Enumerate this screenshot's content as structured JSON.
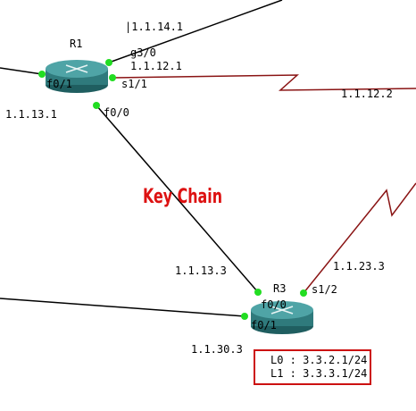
{
  "title": "Key Chain",
  "colors": {
    "title": "#dd1111",
    "serial_link": "#8a1414",
    "ethernet_link": "#000000",
    "port_dot": "#22dd22",
    "router": "#3e8f91",
    "box_border": "#cc1111"
  },
  "routers": {
    "r1": {
      "name": "R1",
      "icon": "router-icon"
    },
    "r3": {
      "name": "R3",
      "icon": "router-icon"
    }
  },
  "interfaces": {
    "r1_g30": "g3/0",
    "r1_s11": "s1/1",
    "r1_f01": "f0/1",
    "r1_f00": "f0/0",
    "r3_f00": "f0/0",
    "r3_f01": "f0/1",
    "r3_s12": "s1/2"
  },
  "addresses": {
    "a1_1_14_1": "|1.1.14.1",
    "a1_1_12_1": "1.1.12.1",
    "a1_1_12_2": "1.1.12.2",
    "a1_1_13_1": "1.1.13.1",
    "a1_1_13_3": "1.1.13.3",
    "a1_1_23_3": "1.1.23.3",
    "a1_1_30_3": "1.1.30.3"
  },
  "loopbacks": [
    "L0 : 3.3.2.1/24",
    "L1 : 3.3.3.1/24"
  ]
}
